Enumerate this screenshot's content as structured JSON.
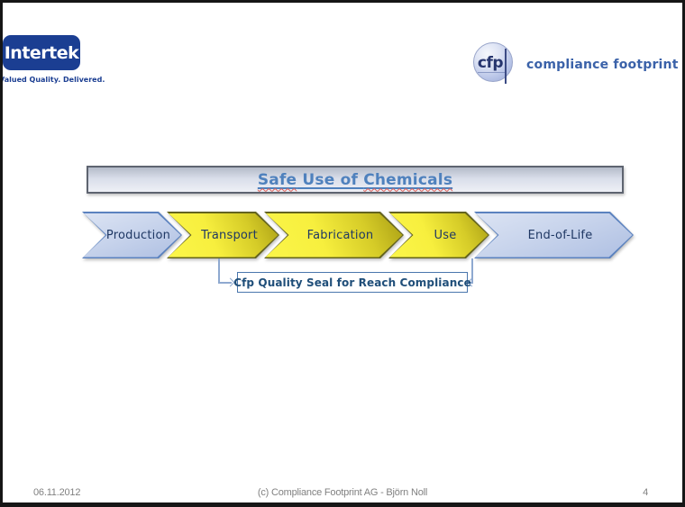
{
  "branding": {
    "intertek": {
      "logo_text": "Intertek",
      "tagline": "Valued Quality. Delivered."
    },
    "cfp": {
      "logo_text": "cfp",
      "company_name": "compliance footprint ag"
    }
  },
  "title": {
    "full": "Safe Use of Chemicals",
    "part_spellcheck_1": "Safe",
    "part_middle": " Use of ",
    "part_spellcheck_2": "Chemicals"
  },
  "diagram": {
    "type": "process-flow-chevrons",
    "chevrons": [
      {
        "label": "Production",
        "color": "blue"
      },
      {
        "label": "Transport",
        "color": "yellow"
      },
      {
        "label": "Fabrication",
        "color": "yellow"
      },
      {
        "label": "Use",
        "color": "yellow"
      },
      {
        "label": "End-of-Life",
        "color": "blue"
      }
    ],
    "callout": {
      "label": "Cfp Quality Seal for Reach Compliance",
      "connects_from": [
        "Transport",
        "Use"
      ]
    }
  },
  "footer": {
    "date": "06.11.2012",
    "copyright": "(c) Compliance Footprint AG - Björn Noll",
    "page_number": "4"
  },
  "colors": {
    "intertek_navy": "#1b3e92",
    "cfp_blue": "#3b62a9",
    "title_blue": "#4f81bd",
    "chevron_text_navy": "#1f3864",
    "chevron_blue_fill": "#c8d4ec",
    "chevron_yellow_fill": "#f7ef3e",
    "callout_border_blue": "#4a76ad",
    "footer_gray": "#818181"
  }
}
